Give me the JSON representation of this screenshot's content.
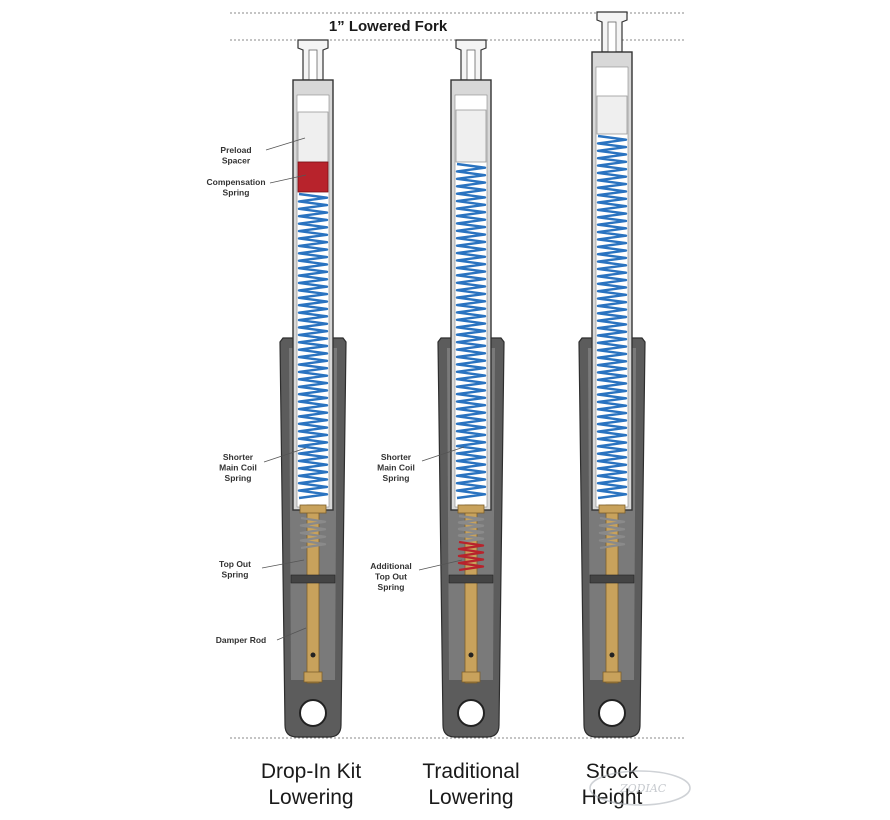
{
  "title": "1” Lowered Fork",
  "colors": {
    "spring": "#2a73c0",
    "compensation_spring": "#b8232c",
    "damper_rod": "#c8a25c",
    "outer_leg": "#5c5c5c",
    "tube": "#d8d8d8"
  },
  "forks": [
    {
      "id": "drop-in",
      "caption_line1": "Drop-In Kit",
      "caption_line2": "Lowering",
      "callouts": [
        {
          "id": "preload-spacer",
          "lines": [
            "Preload",
            "Spacer"
          ]
        },
        {
          "id": "compensation-spring",
          "lines": [
            "Compensation",
            "Spring"
          ]
        },
        {
          "id": "main-spring",
          "lines": [
            "Shorter",
            "Main Coil",
            "Spring"
          ]
        },
        {
          "id": "top-out-spring",
          "lines": [
            "Top Out",
            "Spring"
          ]
        },
        {
          "id": "damper-rod",
          "lines": [
            "Damper Rod"
          ]
        }
      ]
    },
    {
      "id": "traditional",
      "caption_line1": "Traditional",
      "caption_line2": "Lowering",
      "callouts": [
        {
          "id": "main-spring",
          "lines": [
            "Shorter",
            "Main Coil",
            "Spring"
          ]
        },
        {
          "id": "additional-top-out-spring",
          "lines": [
            "Additional",
            "Top Out",
            "Spring"
          ]
        }
      ]
    },
    {
      "id": "stock",
      "caption_line1": "Stock",
      "caption_line2": "Height",
      "callouts": []
    }
  ],
  "watermark": "ZODIAC"
}
